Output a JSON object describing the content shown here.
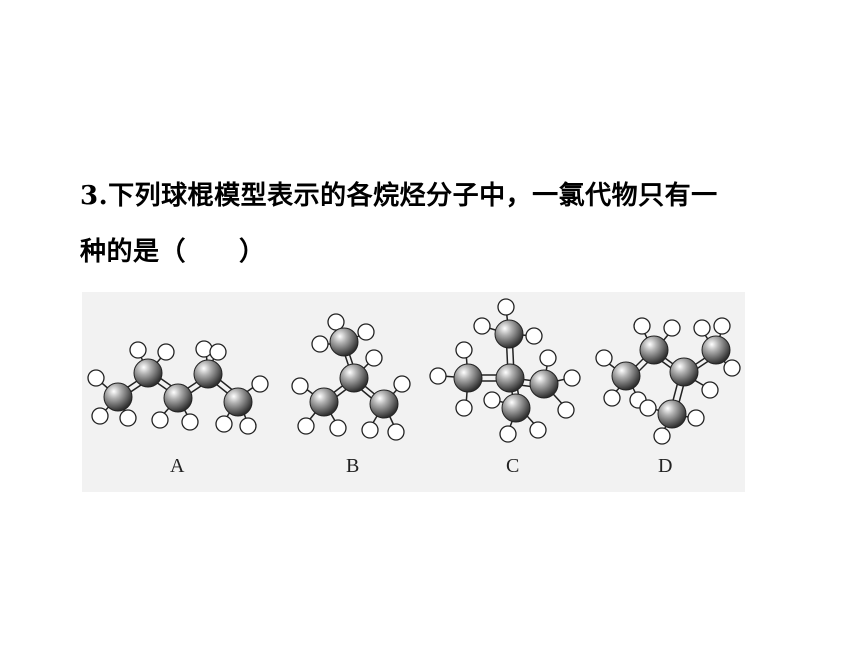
{
  "question": {
    "line1": "3.下列球棍模型表示的各烷烃分子中，一氯代物只有一",
    "line2": "种的是（　　）"
  },
  "options": [
    {
      "label": "A"
    },
    {
      "label": "B"
    },
    {
      "label": "C"
    },
    {
      "label": "D"
    }
  ],
  "colors": {
    "background": "#ffffff",
    "panel": "#f2f2f2",
    "carbon": "#555555",
    "hydrogen": "#ffffff",
    "bond": "#222222"
  }
}
